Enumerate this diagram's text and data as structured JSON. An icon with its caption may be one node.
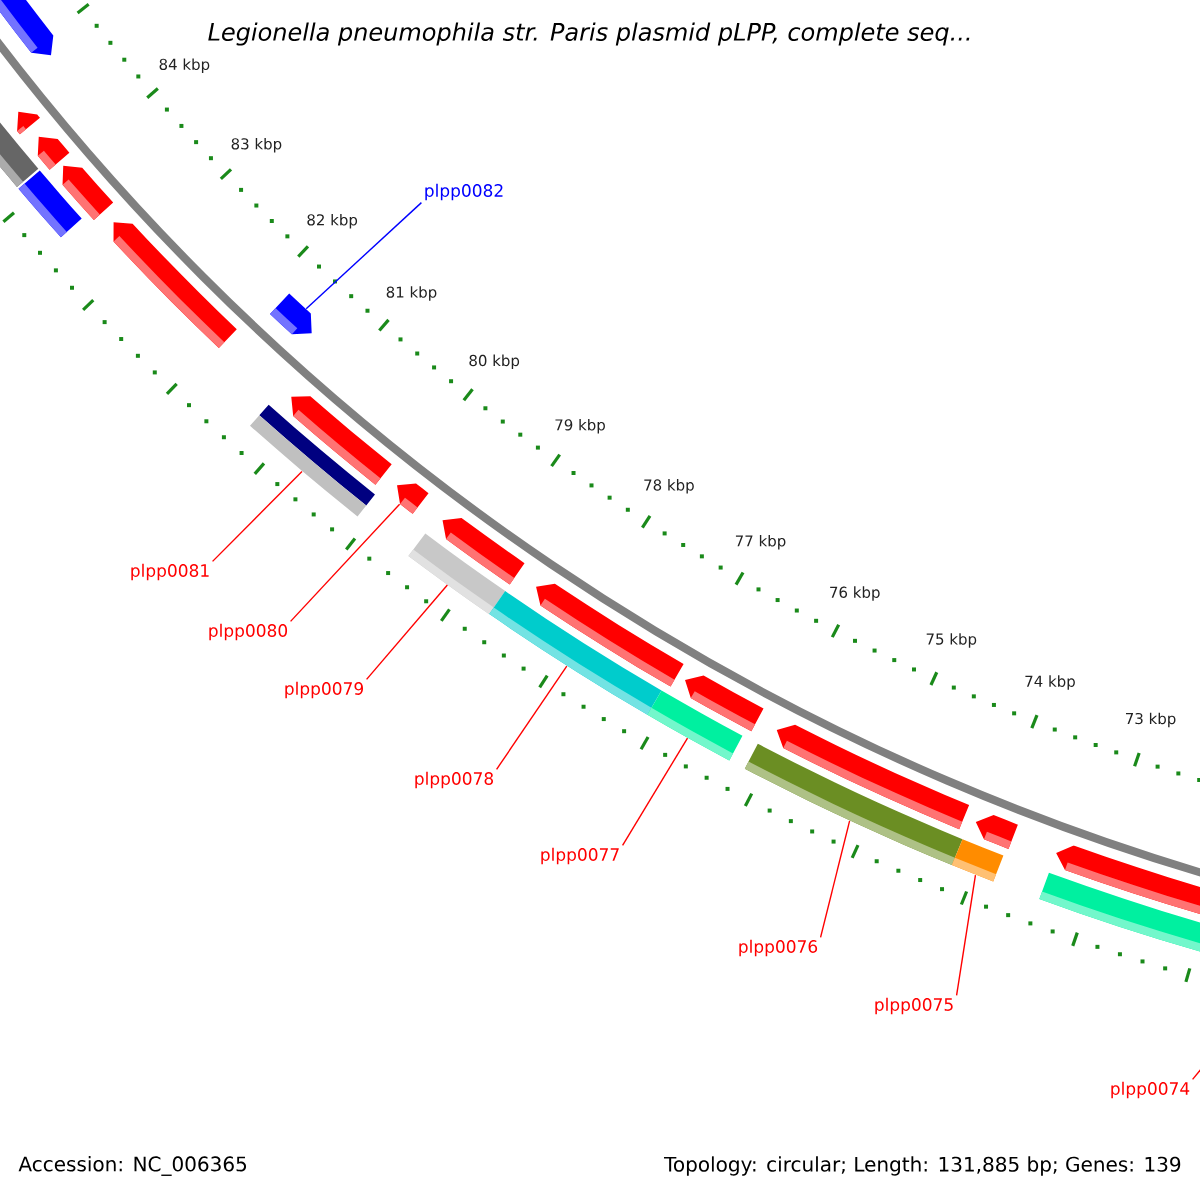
{
  "diagram": {
    "title": "Legionella pneumophila str. Paris plasmid pLPP, complete seq...",
    "nodes": [
      {
        "text": [
          "plpp0082"
        ]
      },
      {
        "text": [],
        "shape": "arrow"
      },
      {
        "text": [
          "plpp0081"
        ]
      },
      {
        "text": [],
        "shape": "bar"
      },
      {
        "text": [
          "plpp0080"
        ]
      },
      {
        "text": [],
        "shape": "arrow"
      },
      {
        "text": [
          "plpp0079"
        ]
      },
      {
        "text": [],
        "shape": "bar"
      },
      {
        "text": [
          "plpp0078"
        ]
      },
      {
        "text": [],
        "shape": "bar"
      },
      {
        "text": [
          "plpp0077"
        ]
      },
      {
        "text": [],
        "shape": "bar"
      },
      {
        "text": [
          "plpp0076"
        ]
      },
      {
        "text": [],
        "shape": "bar"
      },
      {
        "text": [
          "plpp0075"
        ]
      },
      {
        "text": [],
        "shape": "bar"
      },
      {
        "text": [
          "plpp0074"
        ]
      },
      {
        "text": [],
        "shape": "bar"
      },
      {
        "text": [],
        "shape": "arrow"
      }
    ],
    "edges": [
      {
        "from": 0,
        "to": 1,
        "arrow": "none",
        "color": "#0000ff"
      },
      {
        "from": 2,
        "to": 3,
        "arrow": "none"
      },
      {
        "from": 4,
        "to": 5,
        "arrow": "none"
      },
      {
        "from": 6,
        "to": 7,
        "arrow": "none"
      },
      {
        "from": 8,
        "to": 9,
        "arrow": "none"
      },
      {
        "from": 10,
        "to": 11,
        "arrow": "none"
      },
      {
        "from": 12,
        "to": 13,
        "arrow": "none"
      },
      {
        "from": 14,
        "to": 15,
        "arrow": "none"
      },
      {
        "from": 16,
        "to": 17,
        "arrow": "none"
      }
    ],
    "labels": [
      "84 kbp",
      "83 kbp",
      "82 kbp",
      "81 kbp",
      "80 kbp",
      "79 kbp",
      "78 kbp",
      "77 kbp",
      "76 kbp",
      "75 kbp",
      "74 kbp",
      "73 kbp",
      "Accession: NC_006365",
      "Topology: circular; Length: 131,885 bp; Genes: 139"
    ]
  }
}
